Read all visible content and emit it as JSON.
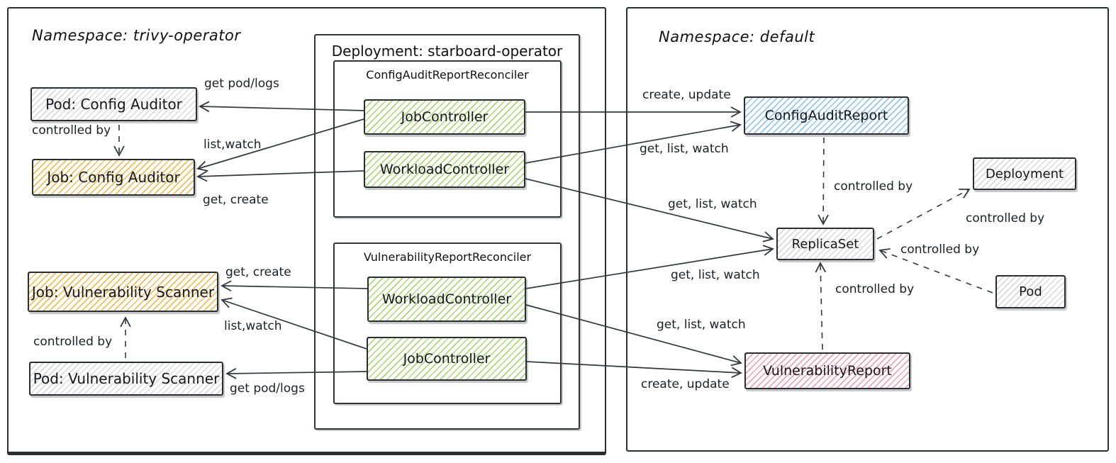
{
  "namespaces": {
    "trivy": {
      "title": "Namespace: trivy-operator"
    },
    "default_ns": {
      "title": "Namespace: default"
    }
  },
  "deployment_box": {
    "title": "Deployment: starboard-operator"
  },
  "reconcilers": {
    "config_audit": {
      "title": "ConfigAuditReportReconciler",
      "job_controller": "JobController",
      "workload_controller": "WorkloadController"
    },
    "vulnerability": {
      "title": "VulnerabilityReportReconciler",
      "workload_controller": "WorkloadController",
      "job_controller": "JobController"
    }
  },
  "nodes": {
    "pod_config_auditor": "Pod: Config Auditor",
    "job_config_auditor": "Job: Config Auditor",
    "job_vulnerability_scanner": "Job: Vulnerability Scanner",
    "pod_vulnerability_scanner": "Pod: Vulnerability Scanner",
    "config_audit_report": "ConfigAuditReport",
    "replica_set": "ReplicaSet",
    "deployment": "Deployment",
    "pod": "Pod",
    "vulnerability_report": "VulnerabilityReport"
  },
  "edge_labels": {
    "get_pod_logs_top": "get pod/logs",
    "controlled_by_top_left": "controlled by",
    "list_watch_top": "list,watch",
    "get_create_top": "get, create",
    "get_create_bottom": "get, create",
    "list_watch_bottom": "list,watch",
    "controlled_by_bottom_left": "controlled by",
    "get_pod_logs_bottom": "get pod/logs",
    "create_update_top": "create, update",
    "get_list_watch_1": "get, list, watch",
    "get_list_watch_2": "get, list, watch",
    "get_list_watch_3": "get, list, watch",
    "get_list_watch_4": "get, list, watch",
    "create_update_bottom": "create, update",
    "controlled_by_car_rs": "controlled by",
    "controlled_by_rs_deployment": "controlled by",
    "controlled_by_pod_rs": "controlled by",
    "controlled_by_vr_rs": "controlled by"
  },
  "colors": {
    "controller_green": "#abd976",
    "job_orange": "#f3bd58",
    "report_blue": "#93c7f1",
    "report_pink": "#f2a2b6",
    "resource_gray": "#d6dade",
    "line_dark": "#33383c"
  }
}
